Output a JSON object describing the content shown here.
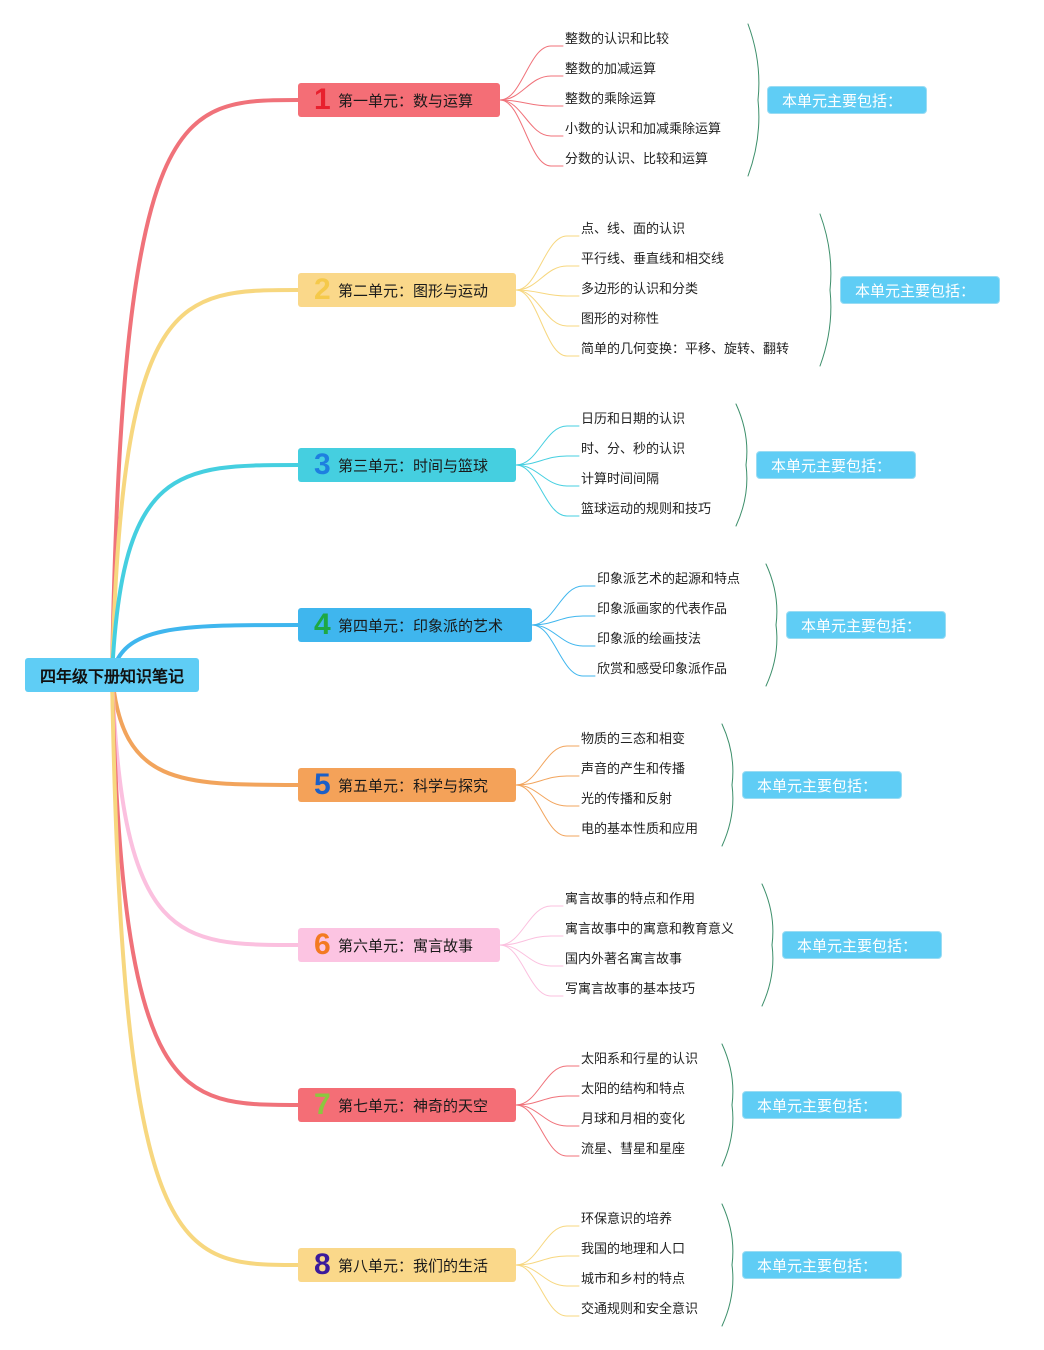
{
  "title": "四年级下册知识笔记",
  "summary_label": "本单元主要包括：",
  "units": [
    {
      "num": "1",
      "label": "第一单元：数与运算",
      "bg": "#f46e76",
      "num_color": "#e8202e",
      "line": "#f0727a",
      "items": [
        "整数的认识和比较",
        "整数的加减运算",
        "整数的乘除运算",
        "小数的认识和加减乘除运算",
        "分数的认识、比较和运算"
      ]
    },
    {
      "num": "2",
      "label": "第二单元：图形与运动",
      "bg": "#fad88a",
      "num_color": "#f5c94a",
      "line": "#f7d77f",
      "items": [
        "点、线、面的认识",
        "平行线、垂直线和相交线",
        "多边形的认识和分类",
        "图形的对称性",
        "简单的几何变换：平移、旋转、翻转"
      ]
    },
    {
      "num": "3",
      "label": "第三单元：时间与篮球",
      "bg": "#45cfe0",
      "num_color": "#1e7fe0",
      "line": "#45cfe0",
      "items": [
        "日历和日期的认识",
        "时、分、秒的认识",
        "计算时间间隔",
        "篮球运动的规则和技巧"
      ]
    },
    {
      "num": "4",
      "label": "第四单元：印象派的艺术",
      "bg": "#3fb6ee",
      "num_color": "#1ea844",
      "line": "#3fb6ee",
      "items": [
        "印象派艺术的起源和特点",
        "印象派画家的代表作品",
        "印象派的绘画技法",
        "欣赏和感受印象派作品"
      ]
    },
    {
      "num": "5",
      "label": "第五单元：科学与探究",
      "bg": "#f4a259",
      "num_color": "#1b5fc7",
      "line": "#f2a45c",
      "items": [
        "物质的三态和相变",
        "声音的产生和传播",
        "光的传播和反射",
        "电的基本性质和应用"
      ]
    },
    {
      "num": "6",
      "label": "第六单元：寓言故事",
      "bg": "#fcc4e2",
      "num_color": "#f37a22",
      "line": "#fbc0df",
      "items": [
        "寓言故事的特点和作用",
        "寓言故事中的寓意和教育意义",
        "国内外著名寓言故事",
        "写寓言故事的基本技巧"
      ]
    },
    {
      "num": "7",
      "label": "第七单元：神奇的天空",
      "bg": "#f46e76",
      "num_color": "#8cc63f",
      "line": "#f0727a",
      "items": [
        "太阳系和行星的认识",
        "太阳的结构和特点",
        "月球和月相的变化",
        "流星、彗星和星座"
      ]
    },
    {
      "num": "8",
      "label": "第八单元：我们的生活",
      "bg": "#fad88a",
      "num_color": "#3b1a9c",
      "line": "#f7d77f",
      "items": [
        "环保意识的培养",
        "我国的地理和人口",
        "城市和乡村的特点",
        "交通规则和安全意识"
      ]
    }
  ]
}
